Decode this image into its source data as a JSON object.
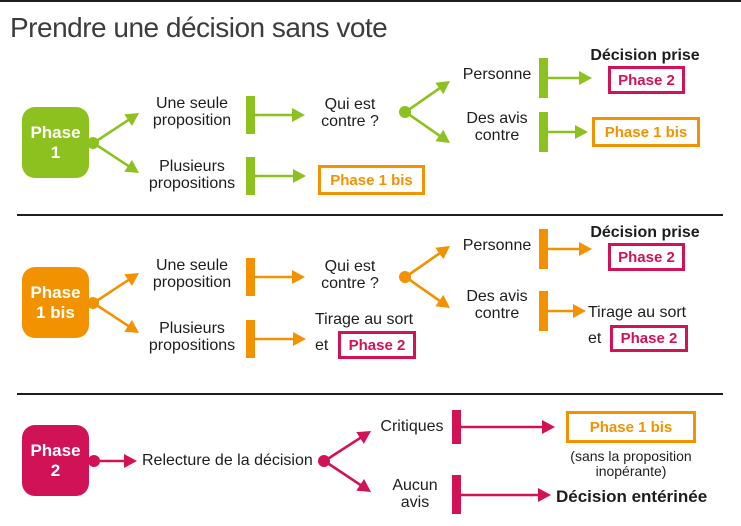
{
  "title": "Prendre une décision sans vote",
  "colors": {
    "green": "#8cc11f",
    "orange": "#f39200",
    "pink": "#d11257",
    "ink": "#1d1d1b",
    "titlecol": "#3c3c3b"
  },
  "row1": {
    "phase_label": "Phase\n1",
    "branch_single": "Une seule\nproposition",
    "branch_multiple": "Plusieurs\npropositions",
    "question": "Qui est\ncontre ?",
    "nobody": "Personne",
    "objections": "Des avis\ncontre",
    "decision_taken": "Décision prise",
    "phase2_box": "Phase 2",
    "phase1bis_box": "Phase 1 bis",
    "multiple_result_box": "Phase 1 bis"
  },
  "row2": {
    "phase_label": "Phase\n1 bis",
    "branch_single": "Une seule\nproposition",
    "branch_multiple": "Plusieurs\npropositions",
    "question": "Qui est\ncontre ?",
    "nobody": "Personne",
    "objections": "Des avis\ncontre",
    "decision_taken": "Décision prise",
    "phase2_box": "Phase 2",
    "draw_text": "Tirage au sort",
    "draw_et": "et",
    "draw_phase2_box": "Phase 2",
    "multiple_draw_text": "Tirage au sort",
    "multiple_et": "et",
    "multiple_phase2_box": "Phase 2"
  },
  "row3": {
    "phase_label": "Phase\n2",
    "step": "Relecture de la décision",
    "critiques": "Critiques",
    "no_opinion": "Aucun\navis",
    "phase1bis_box": "Phase 1 bis",
    "note": "(sans la proposition\ninopérante)",
    "final": "Décision entérinée"
  }
}
